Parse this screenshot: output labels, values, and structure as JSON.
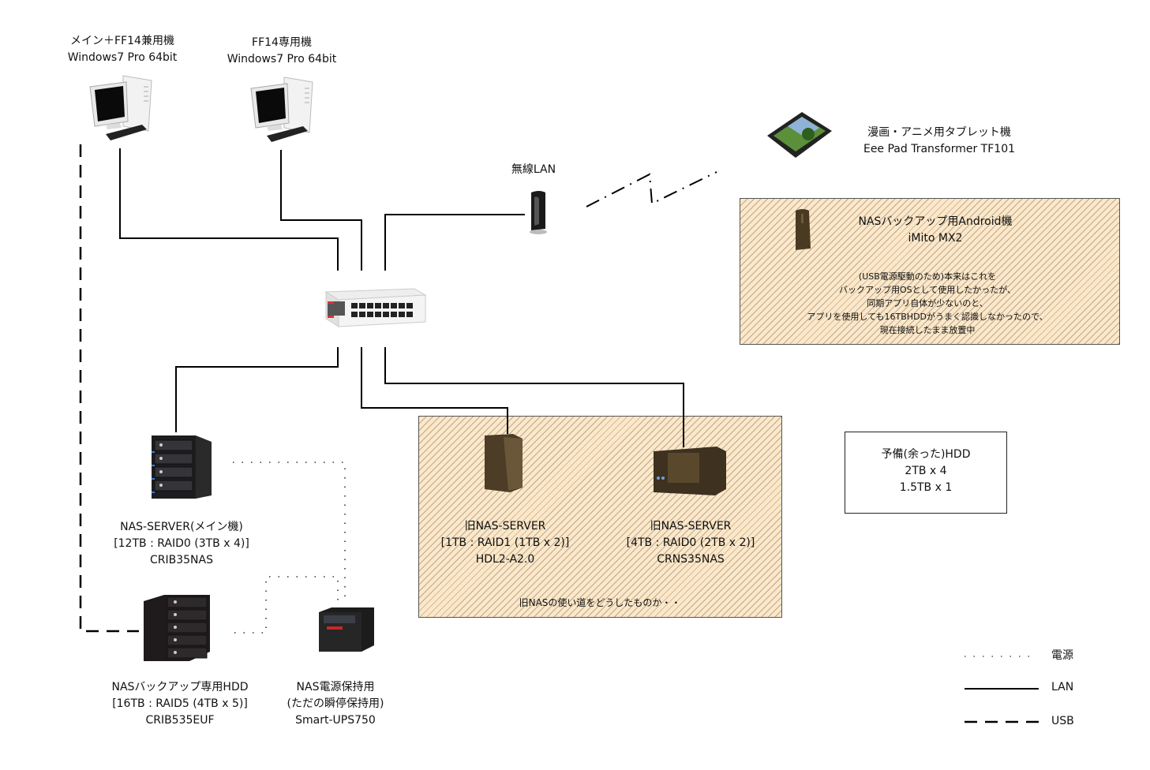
{
  "devices": {
    "pc_main": {
      "title": "メイン＋FF14兼用機",
      "subtitle": "Windows7 Pro 64bit"
    },
    "pc_ff14": {
      "title": "FF14専用機",
      "subtitle": "Windows7 Pro 64bit"
    },
    "wireless_lan": {
      "title": "無線LAN"
    },
    "tablet": {
      "title": "漫画・アニメ用タブレット機",
      "subtitle": "Eee Pad Transformer TF101"
    },
    "android": {
      "title": "NASバックアップ用Android機",
      "subtitle": "iMito MX2",
      "note": [
        "(USB電源駆動のため)本来はこれを",
        "バックアップ用OSとして使用したかったが、",
        "同期アプリ自体が少ないのと、",
        "アプリを使用しても16TBHDDがうまく認識しなかったので、",
        "現在接続したまま放置中"
      ]
    },
    "nas_main": {
      "lines": [
        "NAS-SERVER(メイン機)",
        "[12TB : RAID0 (3TB x 4)]",
        "CRIB35NAS"
      ]
    },
    "nas_backup": {
      "lines": [
        "NASバックアップ専用HDD",
        "[16TB : RAID5 (4TB x 5)]",
        "CRIB535EUF"
      ]
    },
    "ups": {
      "lines": [
        "NAS電源保持用",
        "(ただの瞬停保持用)",
        "Smart-UPS750"
      ]
    },
    "old_nas_1": {
      "lines": [
        "旧NAS-SERVER",
        "[1TB : RAID1 (1TB x 2)]",
        "HDL2-A2.0"
      ]
    },
    "old_nas_2": {
      "lines": [
        "旧NAS-SERVER",
        "[4TB : RAID0 (2TB x 2)]",
        "CRNS35NAS"
      ]
    },
    "old_nas_note": "旧NASの使い道をどうしたものか・・",
    "spare_hdd": {
      "lines": [
        "予備(余った)HDD",
        "2TB x 4",
        "1.5TB x 1"
      ]
    }
  },
  "legend": {
    "power": "電源",
    "lan": "LAN",
    "usb": "USB"
  },
  "colors": {
    "hatch_bg": "#fde7c6",
    "line": "#000000"
  }
}
